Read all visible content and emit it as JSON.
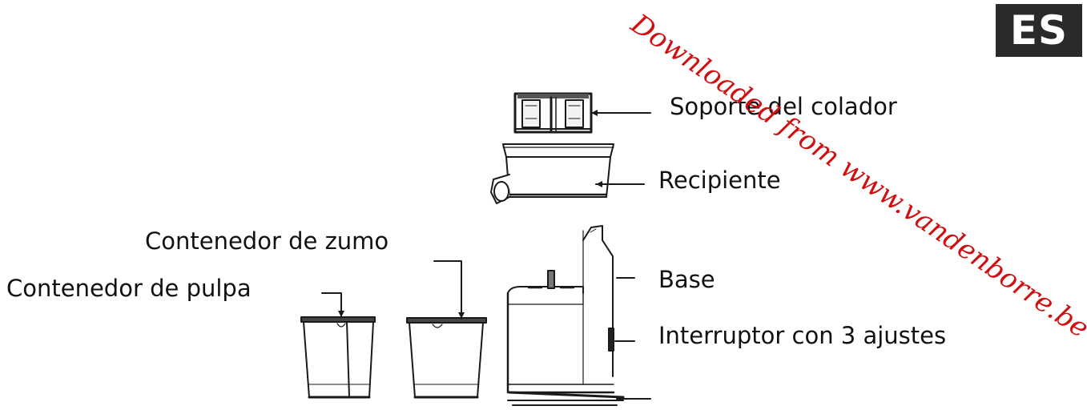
{
  "badge": {
    "language": "ES"
  },
  "watermark": {
    "text": "Downloaded from www.vandenborre.be",
    "color": "#d01010"
  },
  "labels": {
    "strainer_holder": "Soporte del colador",
    "bowl": "Recipiente",
    "juice_container": "Contenedor de zumo",
    "pulp_container": "Contenedor de pulpa",
    "base": "Base",
    "switch": "Interruptor con 3 ajustes"
  }
}
